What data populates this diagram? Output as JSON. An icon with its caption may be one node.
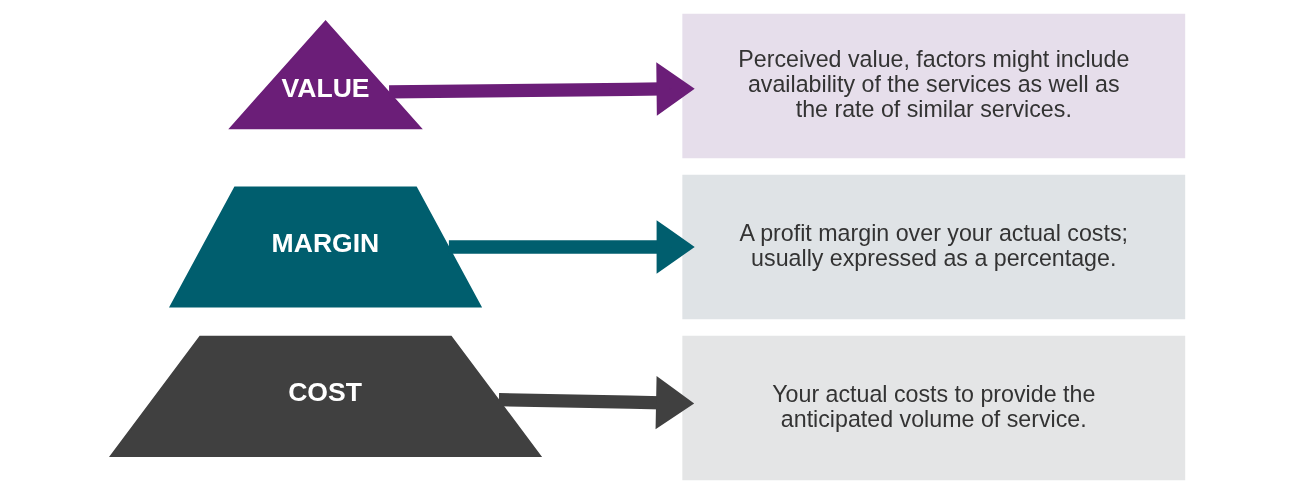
{
  "diagram": {
    "nodes": [
      {
        "text": [
          "VALUE"
        ]
      },
      {
        "text": [
          "MARGIN"
        ]
      },
      {
        "text": [
          "COST"
        ]
      },
      {
        "text": [
          "Perceived value, factors might include availability of the services as well as the rate of similar services."
        ]
      },
      {
        "text": [
          "A profit margin over your actual costs; usually expressed as a percentage."
        ]
      },
      {
        "text": [
          "Your actual costs to provide the anticipated volume of service."
        ]
      }
    ],
    "edges": [
      {
        "from": 0,
        "to": 3,
        "arrow": "to",
        "color": "#6b1e78"
      },
      {
        "from": 1,
        "to": 4,
        "arrow": "to",
        "color": "#005e6e"
      },
      {
        "from": 2,
        "to": 5,
        "arrow": "to",
        "color": "#404040"
      }
    ]
  }
}
